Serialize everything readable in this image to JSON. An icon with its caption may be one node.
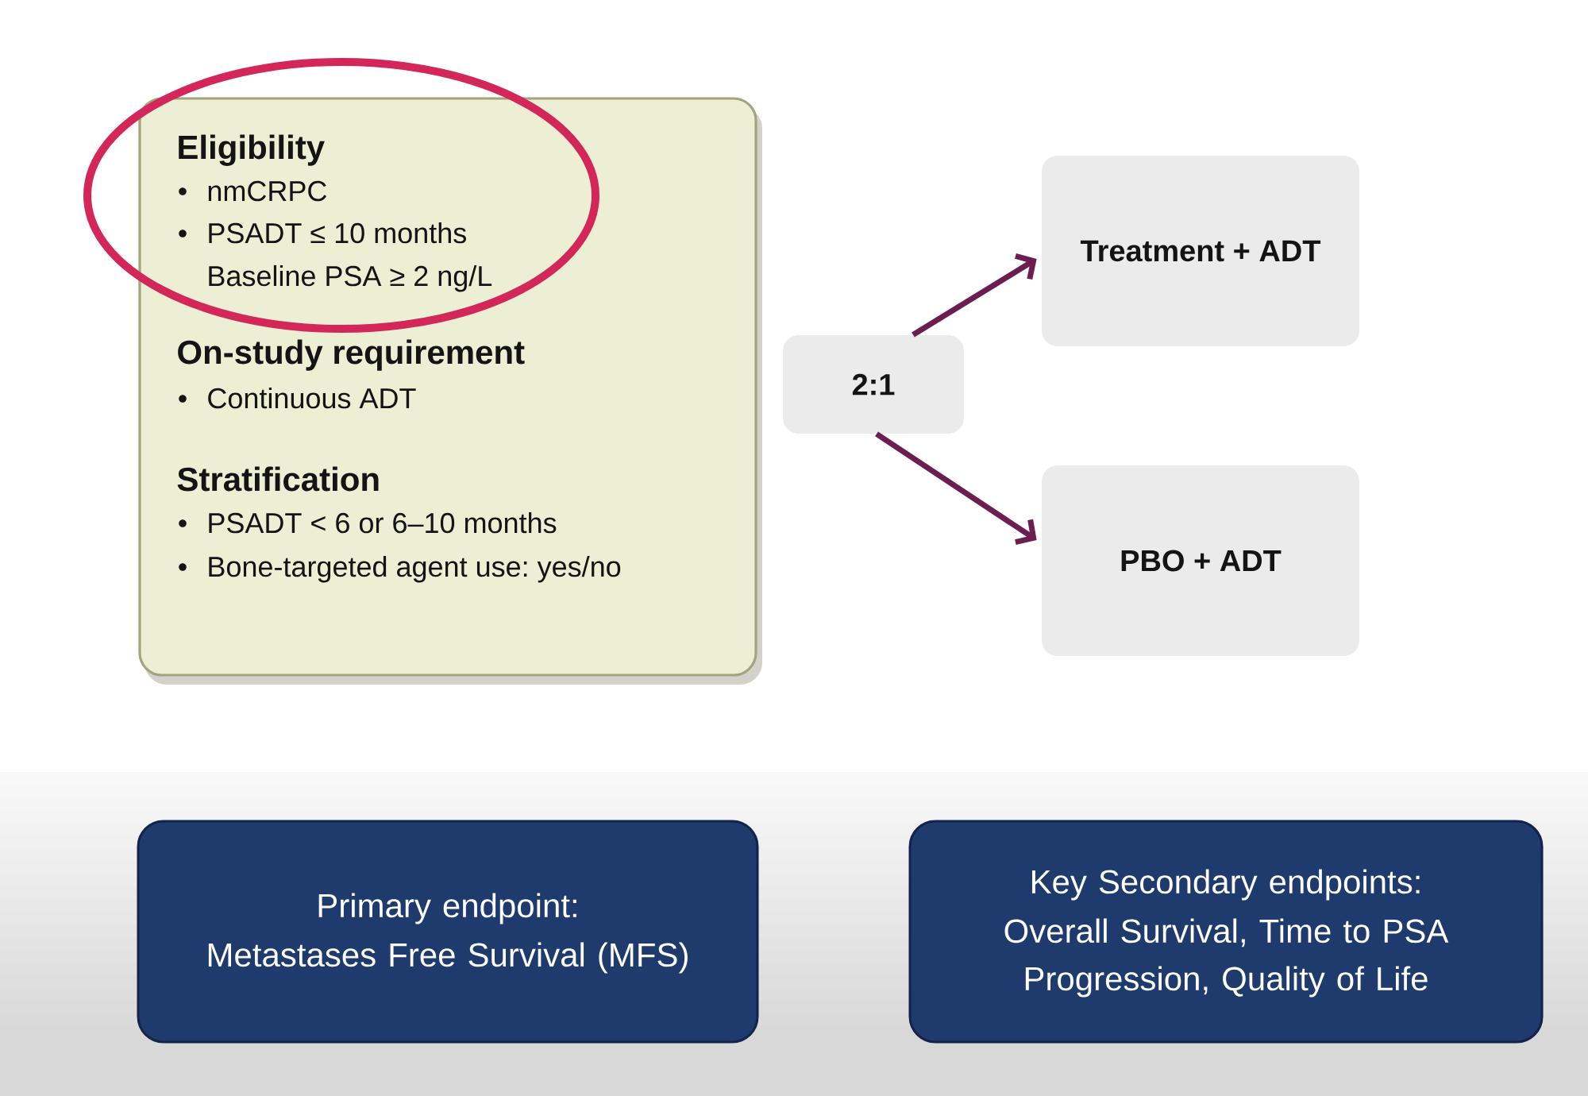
{
  "diagram": {
    "nodes": [
      {
        "text": [
          "Eligibility",
          "nmCRPC",
          "PSADT ≤ 10 months",
          "Baseline PSA ≥ 2 ng/L",
          "On-study requirement",
          "Continuous ADT",
          "Stratification",
          "PSADT < 6 or 6–10 months",
          "Bone-targeted agent use: yes/no"
        ]
      },
      {
        "text": [
          "2:1"
        ]
      },
      {
        "text": [
          "Treatment + ADT"
        ]
      },
      {
        "text": [
          "PBO + ADT"
        ]
      },
      {
        "text": [
          "Primary endpoint:",
          "Metastases Free Survival (MFS)"
        ]
      },
      {
        "text": [
          "Key Secondary endpoints:",
          "Overall Survival, Time to PSA Progression, Quality of Life"
        ]
      }
    ],
    "edges": [
      {
        "from": 1,
        "to": 2,
        "arrow": "to"
      },
      {
        "from": 1,
        "to": 3,
        "arrow": "to"
      }
    ]
  }
}
